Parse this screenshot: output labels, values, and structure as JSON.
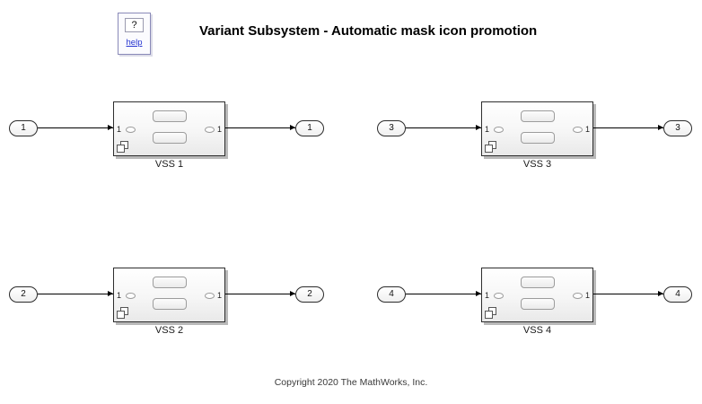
{
  "header": {
    "help_symbol": "?",
    "help_label": "help",
    "title": "Variant Subsystem - Automatic mask icon promotion"
  },
  "diagram": {
    "blocks": [
      {
        "label": "VSS 1",
        "source_port": "1",
        "sink_port": "1",
        "block_in": "1",
        "block_out": "1"
      },
      {
        "label": "VSS 3",
        "source_port": "3",
        "sink_port": "3",
        "block_in": "1",
        "block_out": "1"
      },
      {
        "label": "VSS 2",
        "source_port": "2",
        "sink_port": "2",
        "block_in": "1",
        "block_out": "1"
      },
      {
        "label": "VSS 4",
        "source_port": "4",
        "sink_port": "4",
        "block_in": "1",
        "block_out": "1"
      }
    ],
    "icons": {
      "badge": "variant-badge-overlapping-squares",
      "help": "question-mark-icon"
    }
  },
  "footer": {
    "copyright": "Copyright 2020 The MathWorks, Inc."
  },
  "colors": {
    "wire": "#000000",
    "block_border": "#2e2e2e",
    "block_shadow": "#b9b9b9",
    "link_blue": "#2433d0",
    "canvas_background": "#ffffff"
  }
}
